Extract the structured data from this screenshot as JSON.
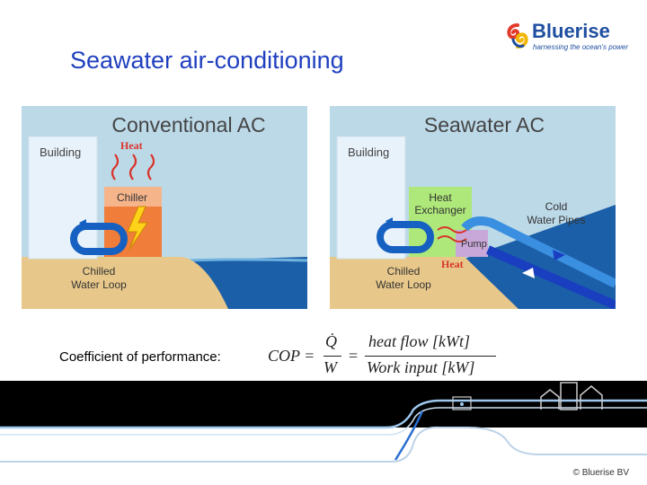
{
  "slide": {
    "title": "Seawater air-conditioning",
    "copyright": "© Bluerise BV"
  },
  "logo": {
    "name": "Bluerise",
    "tagline": "harnessing the ocean's power",
    "icon": "bluerise-swirl-icon"
  },
  "left_panel": {
    "title": "Conventional AC",
    "building": "Building",
    "heat": "Heat",
    "chiller": "Chiller",
    "loop_line1": "Chilled",
    "loop_line2": "Water Loop"
  },
  "right_panel": {
    "title": "Seawater AC",
    "building": "Building",
    "hx_line1": "Heat",
    "hx_line2": "Exchanger",
    "pump": "Pump",
    "heat": "Heat",
    "pipes_line1": "Cold",
    "pipes_line2": "Water Pipes",
    "loop_line1": "Chilled",
    "loop_line2": "Water Loop"
  },
  "formula": {
    "label": "Coefficient of performance:",
    "lhs": "COP =",
    "qdot": "Q̇",
    "w": "W",
    "eq": "=",
    "numerator": "heat flow [kWt]",
    "denominator": "Work input [kW]"
  },
  "colors": {
    "title_blue": "#1f3fbf",
    "sky": "#bcd9e8",
    "sand": "#e8c88a",
    "sea": "#1b5fa8",
    "loop_blue": "#1560c0"
  }
}
